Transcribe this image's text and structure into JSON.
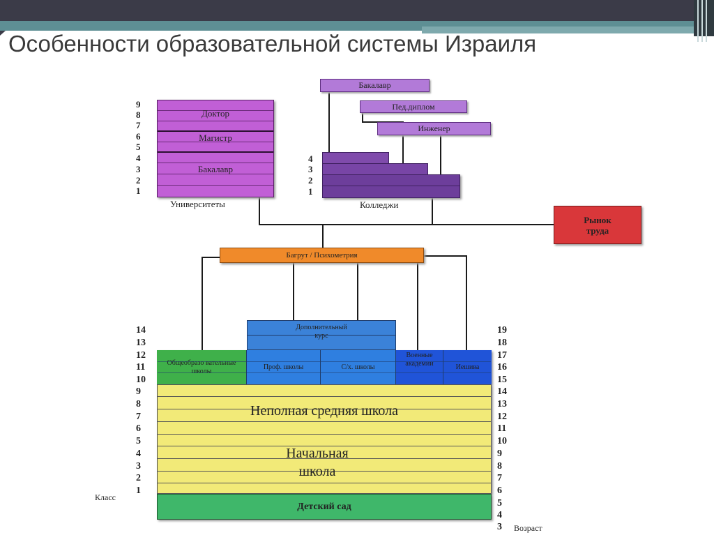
{
  "slide": {
    "title": "Особенности образовательной системы Израиля"
  },
  "diagram": {
    "universities": {
      "label": "Университеты",
      "years": [
        "9",
        "8",
        "7",
        "6",
        "5",
        "4",
        "3",
        "2",
        "1"
      ],
      "degrees": [
        "Доктор",
        "Магистр",
        "Бакалавр"
      ]
    },
    "colleges": {
      "label": "Колледжи",
      "years": [
        "4",
        "3",
        "2",
        "1"
      ],
      "degrees": [
        "Бакалавр",
        "Пед.диплом",
        "Инженер"
      ]
    },
    "labor_market": "Рынок труда",
    "bagrut": "Багрут / Психометрия",
    "additional_course": "Дополнительный курс",
    "upper_tracks": [
      "Общеобразо вательные школы",
      "Проф. школы",
      "С/х. школы",
      "Военные академии",
      "Иешива"
    ],
    "junior_high": "Неполная средняя школа",
    "primary": "Начальная школа",
    "kindergarten": "Детский сад",
    "class_label": "Класс",
    "age_label": "Возраст",
    "class_numbers": [
      "14",
      "13",
      "12",
      "11",
      "10",
      "9",
      "8",
      "7",
      "6",
      "5",
      "4",
      "3",
      "2",
      "1"
    ],
    "age_numbers": [
      "19",
      "18",
      "17",
      "16",
      "15",
      "14",
      "13",
      "12",
      "11",
      "10",
      "9",
      "8",
      "7",
      "6",
      "5",
      "4",
      "3"
    ]
  }
}
